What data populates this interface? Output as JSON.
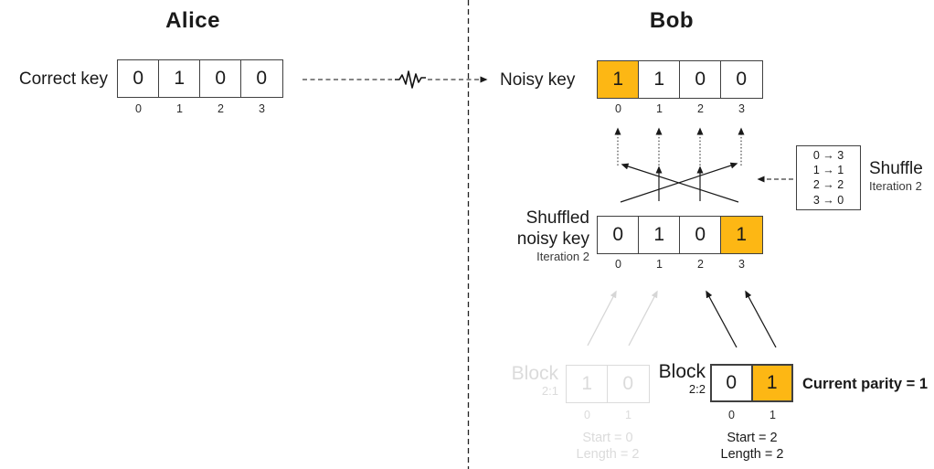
{
  "colors": {
    "highlight": "#FDB714",
    "cell_border": "#404040",
    "faded_gray": "#DBDBDB",
    "text": "#1A1A1A"
  },
  "alice": {
    "title": "Alice",
    "correct_key": {
      "label": "Correct key",
      "cells": [
        "0",
        "1",
        "0",
        "0"
      ],
      "indices": [
        "0",
        "1",
        "2",
        "3"
      ]
    }
  },
  "bob": {
    "title": "Bob",
    "noisy_key": {
      "label": "Noisy key",
      "cells": [
        "1",
        "1",
        "0",
        "0"
      ],
      "highlighted_index": 0,
      "indices": [
        "0",
        "1",
        "2",
        "3"
      ]
    },
    "shuffle": {
      "map": [
        "0 → 3",
        "1 → 1",
        "2 → 2",
        "3 → 0"
      ],
      "label": "Shuffle",
      "iteration": "Iteration 2"
    },
    "shuffled_key": {
      "label_line1": "Shuffled",
      "label_line2": "noisy key",
      "iteration": "Iteration 2",
      "cells": [
        "0",
        "1",
        "0",
        "1"
      ],
      "highlighted_index": 3,
      "indices": [
        "0",
        "1",
        "2",
        "3"
      ]
    },
    "block_21": {
      "label": "Block",
      "id": "2:1",
      "cells": [
        "1",
        "0"
      ],
      "indices": [
        "0",
        "1"
      ],
      "start": "Start = 0",
      "length": "Length = 2",
      "faded": true
    },
    "block_22": {
      "label": "Block",
      "id": "2:2",
      "cells": [
        "0",
        "1"
      ],
      "highlighted_index": 1,
      "indices": [
        "0",
        "1"
      ],
      "start": "Start = 2",
      "length": "Length = 2",
      "parity": "Current parity = 1"
    }
  }
}
